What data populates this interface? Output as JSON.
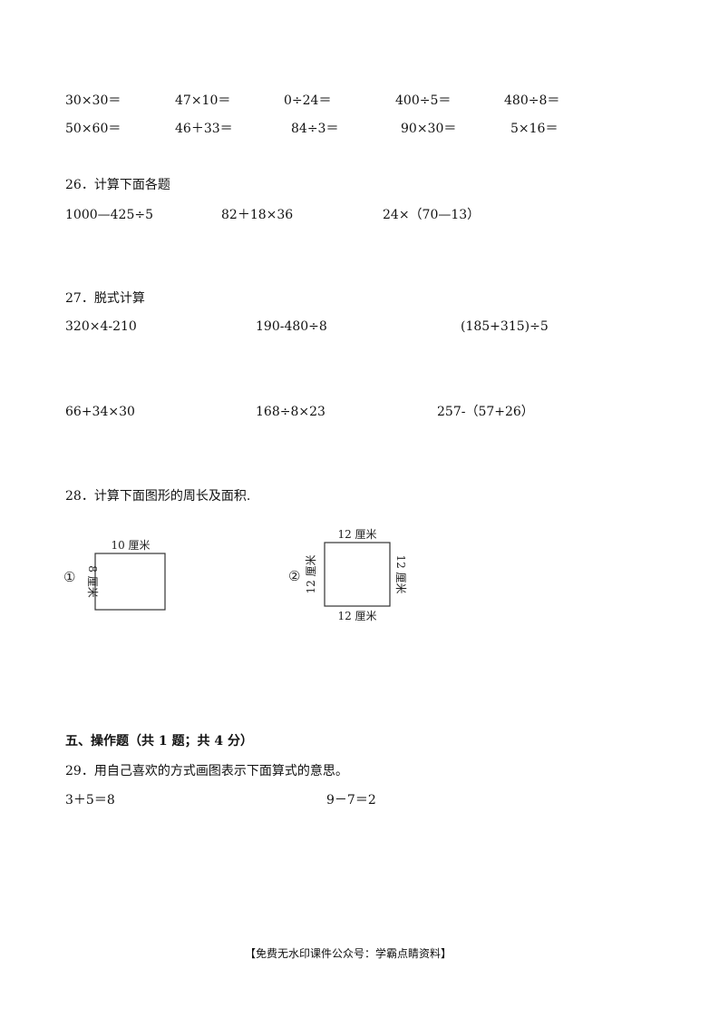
{
  "arith_rows": [
    [
      "30×30＝",
      "47×10＝",
      "0÷24＝",
      "400÷5＝",
      "480÷8＝"
    ],
    [
      "50×60＝",
      "46＋33＝",
      "84÷3＝",
      "90×30＝",
      "5×16＝"
    ]
  ],
  "q26": {
    "title": "26．计算下面各题",
    "items": [
      "1000—425÷5",
      "82＋18×36",
      "24×（70—13）"
    ]
  },
  "q27": {
    "title": "27．脱式计算",
    "row1": [
      "320×4-210",
      "190-480÷8",
      "(185+315)÷5"
    ],
    "row2": [
      "66+34×30",
      "168÷8×23",
      "257-（57+26）"
    ]
  },
  "q28": {
    "title": "28．计算下面图形的周长及面积.",
    "fig1": {
      "marker": "①",
      "top_label": "10 厘米",
      "left_label": "8 厘米"
    },
    "fig2": {
      "marker": "②",
      "top_label": "12 厘米",
      "bottom_label": "12 厘米",
      "left_label": "12 厘米",
      "right_label": "12 厘米"
    }
  },
  "section5": {
    "title": "五、操作题（共 1 题；共 4 分）"
  },
  "q29": {
    "title": "29．用自己喜欢的方式画图表示下面算式的意思。",
    "items": [
      "3＋5＝8",
      "9－7＝2"
    ]
  },
  "footer": "【免费无水印课件公众号：学霸点睛资料】"
}
